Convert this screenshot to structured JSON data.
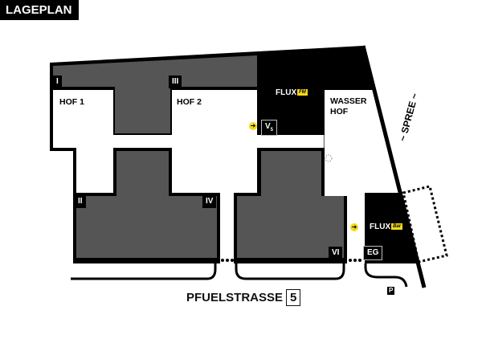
{
  "title": "LAGEPLAN",
  "buildings": {
    "b1": "I",
    "b2": "II",
    "b3": "III",
    "b4": "IV",
    "b6": "VI",
    "v5_main": "V",
    "v5_sub": "5",
    "eg": "EG"
  },
  "courtyards": {
    "hof1": "HOF 1",
    "hof2": "HOF 2",
    "wasserhof_l1": "WASSER",
    "wasserhof_l2": "HOF"
  },
  "venues": {
    "flux_fm": "FLUX",
    "flux_fm_tag": "FM",
    "flux_bar": "FLUX",
    "flux_bar_tag": "Bar"
  },
  "river": "~ SPREE ~",
  "street": {
    "name": "PFUELSTRASSE",
    "number": "5"
  },
  "parking": "P",
  "entrance_arrow": "➜",
  "colors": {
    "building": "#555555",
    "outline": "#000000",
    "accent": "#f2d81a"
  }
}
